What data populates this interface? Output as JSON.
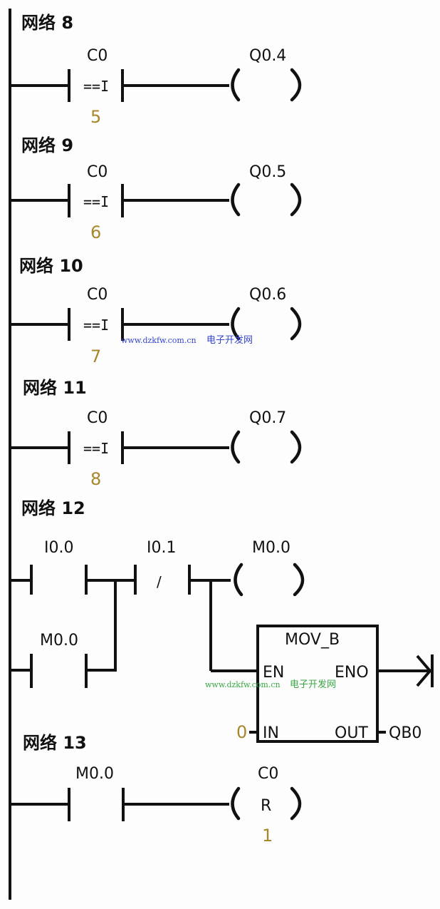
{
  "networks": [
    {
      "title": "网络 8",
      "contact": {
        "address": "C0",
        "operator": "==I",
        "value": "5"
      },
      "coil": {
        "address": "Q0.4"
      }
    },
    {
      "title": "网络 9",
      "contact": {
        "address": "C0",
        "operator": "==I",
        "value": "6"
      },
      "coil": {
        "address": "Q0.5"
      }
    },
    {
      "title": "网络 10",
      "contact": {
        "address": "C0",
        "operator": "==I",
        "value": "7"
      },
      "coil": {
        "address": "Q0.6"
      }
    },
    {
      "title": "网络 11",
      "contact": {
        "address": "C0",
        "operator": "==I",
        "value": "8"
      },
      "coil": {
        "address": "Q0.7"
      }
    }
  ],
  "network12": {
    "title": "网络 12",
    "contact_start": "I0.0",
    "contact_hold": "M0.0",
    "contact_stop": "I0.1",
    "contact_stop_symbol": "/",
    "coil": "M0.0",
    "box": {
      "name": "MOV_B",
      "en": "EN",
      "eno": "ENO",
      "in": "IN",
      "out": "OUT",
      "in_value": "0",
      "out_value": "QB0"
    }
  },
  "network13": {
    "title": "网络 13",
    "contact": "M0.0",
    "coil": {
      "address": "C0",
      "type": "R",
      "value": "1"
    }
  },
  "watermarks": [
    {
      "url": "www.dzkfw.com.cn",
      "name": "电子开发网",
      "color": "#3344cc"
    },
    {
      "url": "www.dzkfw.com.cn",
      "name": "电子开发网",
      "color": "#3aa844"
    }
  ]
}
